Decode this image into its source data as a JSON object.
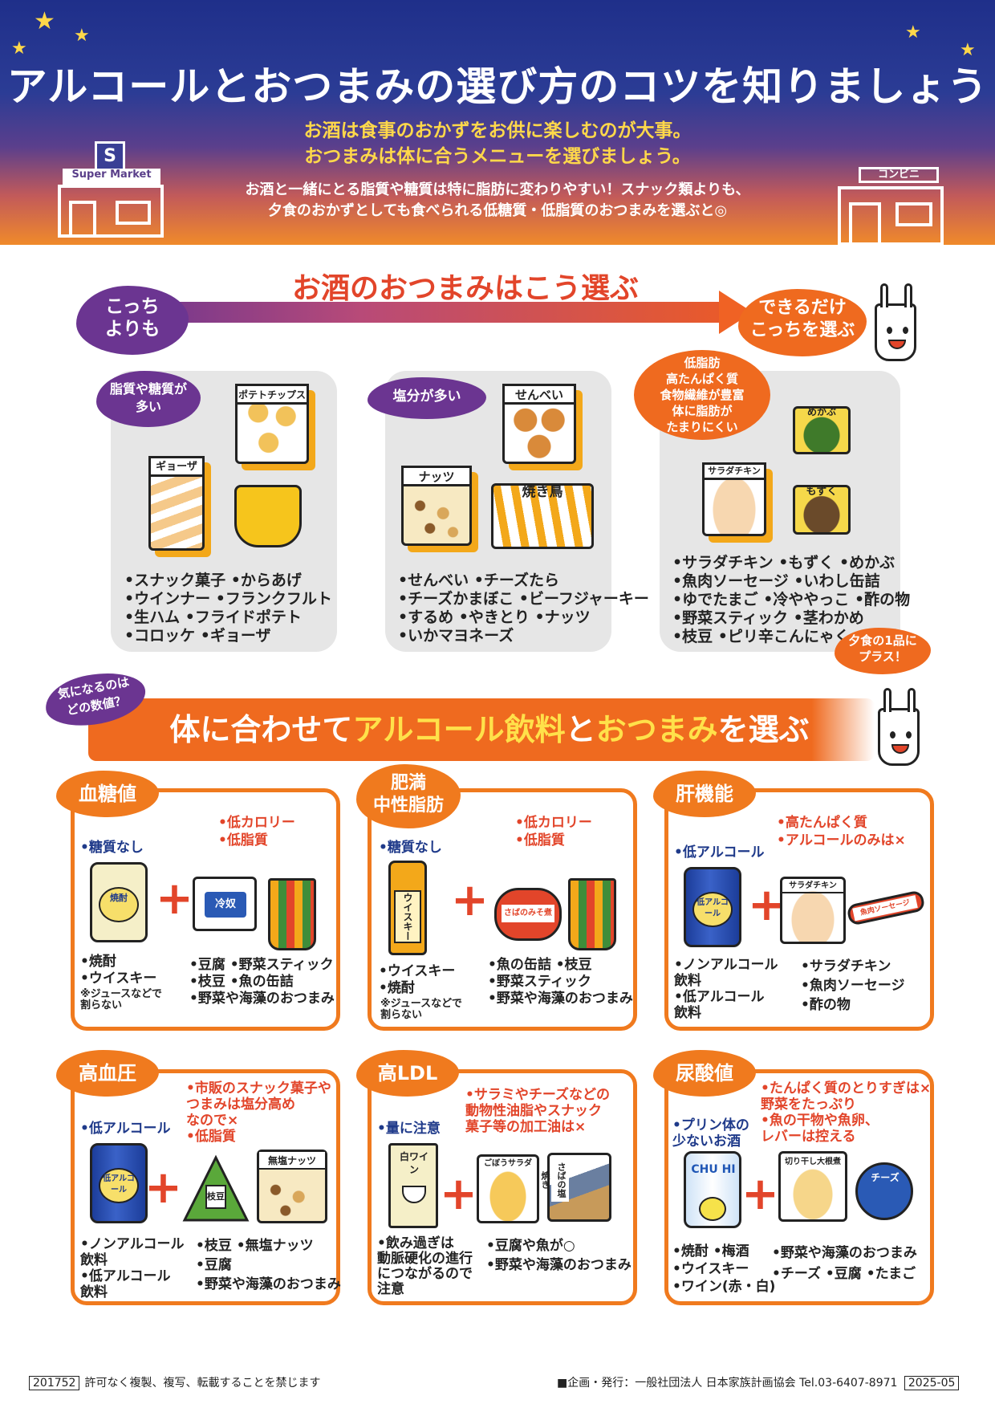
{
  "header": {
    "title": "アルコールとおつまみの選び方のコツを知りましょう",
    "sub1": "お酒は食事のおかずをお供に楽しむのが大事。",
    "sub2": "おつまみは体に合うメニューを選びましょう。",
    "desc1": "お酒と一緒にとる脂質や糖質は特に脂肪に変わりやすい！スナック類よりも、",
    "desc2": "夕食のおかずとしても食べられる低糖質・低脂質のおつまみを選ぶと◎",
    "store_left_badge": "S",
    "store_left_sign": "Super Market",
    "store_right_sign": "コンビニ"
  },
  "section1": {
    "title": "お酒のおつまみはこう選ぶ",
    "left_blob": [
      "こっち",
      "よりも"
    ],
    "right_blob": [
      "できるだけ",
      "こっちを選ぶ"
    ],
    "card1": {
      "tag": [
        "脂質や糖質が",
        "多い"
      ],
      "labels": [
        "ポテトチップス",
        "ギョーザ"
      ],
      "list": [
        "•スナック菓子 •からあげ",
        "•ウインナー •フランクフルト",
        "•生ハム •フライドポテト",
        "•コロッケ •ギョーザ"
      ]
    },
    "card2": {
      "tag": "塩分が多い",
      "labels": [
        "せんべい",
        "ナッツ",
        "焼き鳥"
      ],
      "list": [
        "•せんべい •チーズたら",
        "•チーズかまぼこ •ビーフジャーキー",
        "•するめ •やきとり •ナッツ",
        "•いかマヨネーズ"
      ]
    },
    "card3": {
      "tag": [
        "低脂肪",
        "高たんぱく質",
        "食物繊維が豊富",
        "体に脂肪が",
        "たまりにくい"
      ],
      "labels": [
        "めかぶ",
        "サラダチキン",
        "もずく"
      ],
      "list": [
        "•サラダチキン •もずく •めかぶ",
        "•魚肉ソーセージ •いわし缶詰",
        "•ゆでたまご •冷ややっこ •酢の物",
        "•野菜スティック •茎わかめ",
        "•枝豆 •ピリ辛こんにゃく"
      ],
      "bubble": [
        "夕食の1品に",
        "プラス！"
      ]
    }
  },
  "section2": {
    "question": [
      "気になるのは",
      "どの数値？"
    ],
    "title_a": "体に合わせて",
    "title_b": "アルコール飲料",
    "title_c": "と",
    "title_d": "おつまみ",
    "title_e": "を選ぶ",
    "panels": [
      {
        "tag": [
          "血糖値"
        ],
        "red": [
          "•低カロリー",
          "•低脂質"
        ],
        "blue": [
          "•糖質なし"
        ],
        "icon1": "焼酎",
        "icon2": "冷奴",
        "left": [
          "•焼酎",
          "•ウイスキー"
        ],
        "note": [
          "※ジュースなどで",
          "割らない"
        ],
        "right": [
          "•豆腐 •野菜スティック",
          "•枝豆 •魚の缶詰",
          "•野菜や海藻のおつまみ"
        ]
      },
      {
        "tag": [
          "肥満",
          "中性脂肪"
        ],
        "red": [
          "•低カロリー",
          "•低脂質"
        ],
        "blue": [
          "•糖質なし"
        ],
        "icon1": "ウイスキー",
        "icon2": "さばのみそ煮",
        "left": [
          "•ウイスキー",
          "•焼酎"
        ],
        "note": [
          "※ジュースなどで",
          "割らない"
        ],
        "right": [
          "•魚の缶詰 •枝豆",
          "•野菜スティック",
          "•野菜や海藻のおつまみ"
        ]
      },
      {
        "tag": [
          "肝機能"
        ],
        "red": [
          "•高たんぱく質",
          "•アルコールのみは×"
        ],
        "blue": [
          "•低アルコール"
        ],
        "icon1": "低アルコール",
        "icon2": "サラダチキン",
        "icon3": "魚肉ソーセージ",
        "left": [
          "•ノンアルコール",
          " 飲料",
          "•低アルコール",
          " 飲料"
        ],
        "right": [
          "•サラダチキン",
          "•魚肉ソーセージ",
          "•酢の物"
        ]
      },
      {
        "tag": [
          "高血圧"
        ],
        "red": [
          "•市販のスナック菓子や",
          " つまみは塩分高め",
          " なので×",
          "•低脂質"
        ],
        "blue": [
          "•低アルコール"
        ],
        "icon1": "低アルコール",
        "icon2": "枝豆",
        "icon3": "無塩ナッツ",
        "left": [
          "•ノンアルコール",
          " 飲料",
          "•低アルコール",
          " 飲料"
        ],
        "right": [
          "•枝豆 •無塩ナッツ",
          "•豆腐",
          "•野菜や海藻のおつまみ"
        ]
      },
      {
        "tag": [
          "高LDL"
        ],
        "red": [
          "•サラミやチーズなどの",
          " 動物性油脂やスナック",
          " 菓子等の加工油は×"
        ],
        "blue": [
          "•量に注意"
        ],
        "icon1": "白ワイン",
        "icon2": "ごぼうサラダ",
        "icon3": "さばの塩焼き",
        "left": [
          "•飲み過ぎは",
          " 動脈硬化の進行",
          " につながるので",
          " 注意"
        ],
        "right": [
          "•豆腐や魚が○",
          "•野菜や海藻のおつまみ"
        ]
      },
      {
        "tag": [
          "尿酸値"
        ],
        "red": [
          "•たんぱく質のとりすぎは×",
          " 野菜をたっぷり",
          "•魚の干物や魚卵、",
          " レバーは控える"
        ],
        "blue": [
          "•プリン体の",
          " 少ないお酒"
        ],
        "icon1": "CHU HI",
        "icon2": "切り干し大根煮",
        "icon3": "チーズ",
        "left": [
          "•焼酎 •梅酒",
          "•ウイスキー",
          "•ワイン(赤・白)"
        ],
        "right": [
          "•野菜や海藻のおつまみ",
          "•チーズ •豆腐 •たまご"
        ]
      }
    ]
  },
  "footer": {
    "code": "201752",
    "notice": "許可なく複製、複写、転載することを禁じます",
    "publisher": "■企画・発行：一般社団法人 日本家族計画協会 Tel.03-6407-8971",
    "date": "2025-05"
  }
}
